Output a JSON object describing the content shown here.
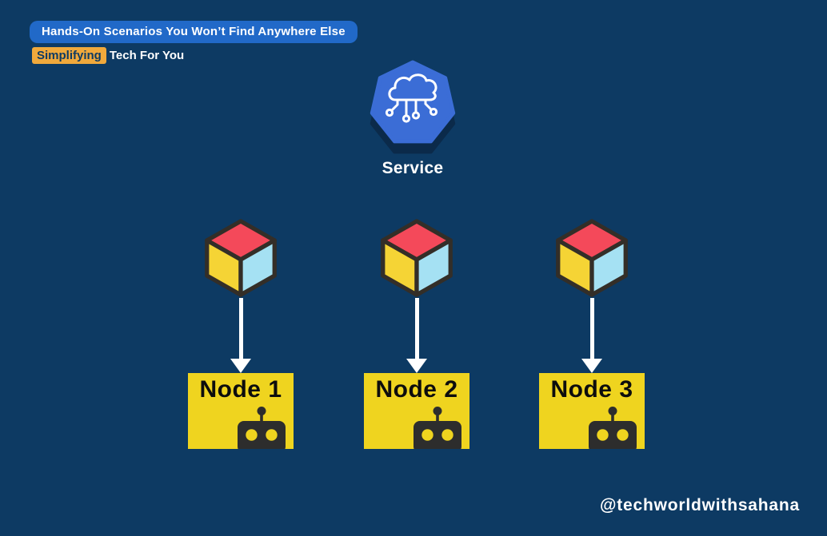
{
  "canvas": {
    "background_color": "#0d3a63"
  },
  "header": {
    "badge_label": "Hands-On Scenarios You Won’t Find Anywhere Else",
    "badge_bg_color": "#2169c8",
    "tagline_highlight": "Simplifying",
    "tagline_highlight_bg_color": "#f0a93c",
    "tagline_rest": "Tech For You"
  },
  "service": {
    "label": "Service",
    "icon": "cloud-network-heptagon-icon",
    "heptagon_color": "#3b6dd6",
    "shadow_color": "#0b2a4a",
    "glyph_color": "#ffffff"
  },
  "pods": {
    "icon": "cube-icon",
    "count": 3,
    "colors": {
      "top_face": "#f4495a",
      "left_face": "#f5d435",
      "right_face": "#a5e1f3",
      "outline": "#332e28"
    }
  },
  "arrows": {
    "color": "#ffffff",
    "direction": "down"
  },
  "nodes": [
    {
      "label": "Node 1"
    },
    {
      "label": "Node 2"
    },
    {
      "label": "Node 3"
    }
  ],
  "node_style": {
    "bg_color": "#efd41f",
    "text_color": "#0d0d0d",
    "robot_icon_color": "#2d2d2d"
  },
  "footer": {
    "handle": "@techworldwithsahana"
  }
}
